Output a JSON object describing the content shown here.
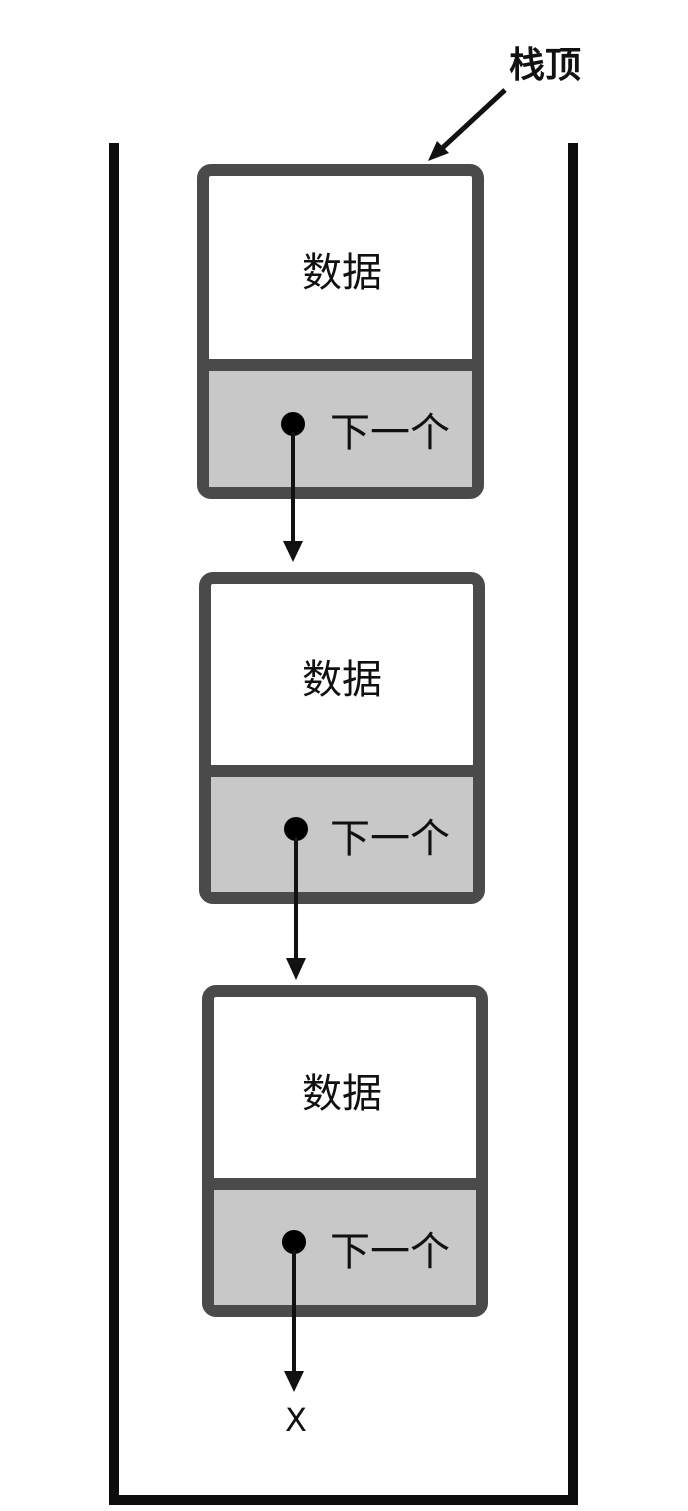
{
  "diagram": {
    "top_label": "栈顶",
    "nodes": [
      {
        "data_label": "数据",
        "next_label": "下一个"
      },
      {
        "data_label": "数据",
        "next_label": "下一个"
      },
      {
        "data_label": "数据",
        "next_label": "下一个"
      }
    ],
    "null_marker": "X"
  },
  "colors": {
    "node_border": "#4a4a4a",
    "data_fill": "#ffffff",
    "next_fill": "#c8c8c8",
    "stack_wall": "#0d0d0d",
    "arrow": "#111111"
  }
}
